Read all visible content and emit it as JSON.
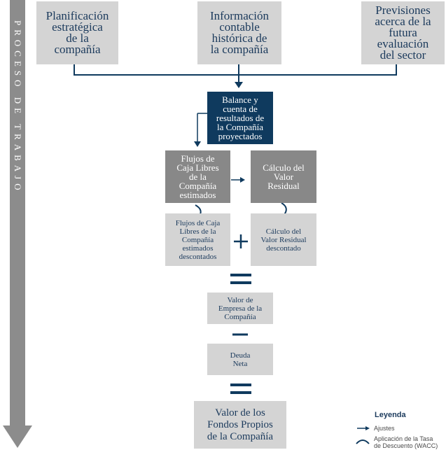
{
  "side_label": "PROCESO DE TRABAJO",
  "boxes": {
    "planificacion": "Planificación\nestratégica\nde la\ncompañía",
    "informacion": "Información\ncontable\nhistórica de\nla compañía",
    "previsiones": "Previsiones\nacerca de la\nfutura\nevaluación\ndel sector",
    "balance": "Balance y\ncuenta de\nresultados de\nla Compañía\nproyectados",
    "flujos": "Flujos de\nCaja Libres\nde la\nCompañía\nestimados",
    "calculo_residual": "Cálculo del\nValor\nResidual",
    "flujos_descontados": "Flujos de Caja\nLibres de la\nCompañía\nestimados\ndescontados",
    "residual_descontado": "Cálculo del\nValor Residual\ndescontado",
    "valor_empresa": "Valor de\nEmpresa de la\nCompañía",
    "deuda_neta": "Deuda\nNeta",
    "valor_fondos": "Valor de los\nFondos Propios\nde la Compañía"
  },
  "legend": {
    "title": "Leyenda",
    "ajustes": "Ajustes",
    "wacc": "Aplicación de la Tasa\nde Descuento (WACC)"
  },
  "colors": {
    "navy": "#0f3a5e",
    "light_gray": "#d4d4d4",
    "mid_gray": "#888888",
    "side_arrow": "#8c8c8c"
  }
}
